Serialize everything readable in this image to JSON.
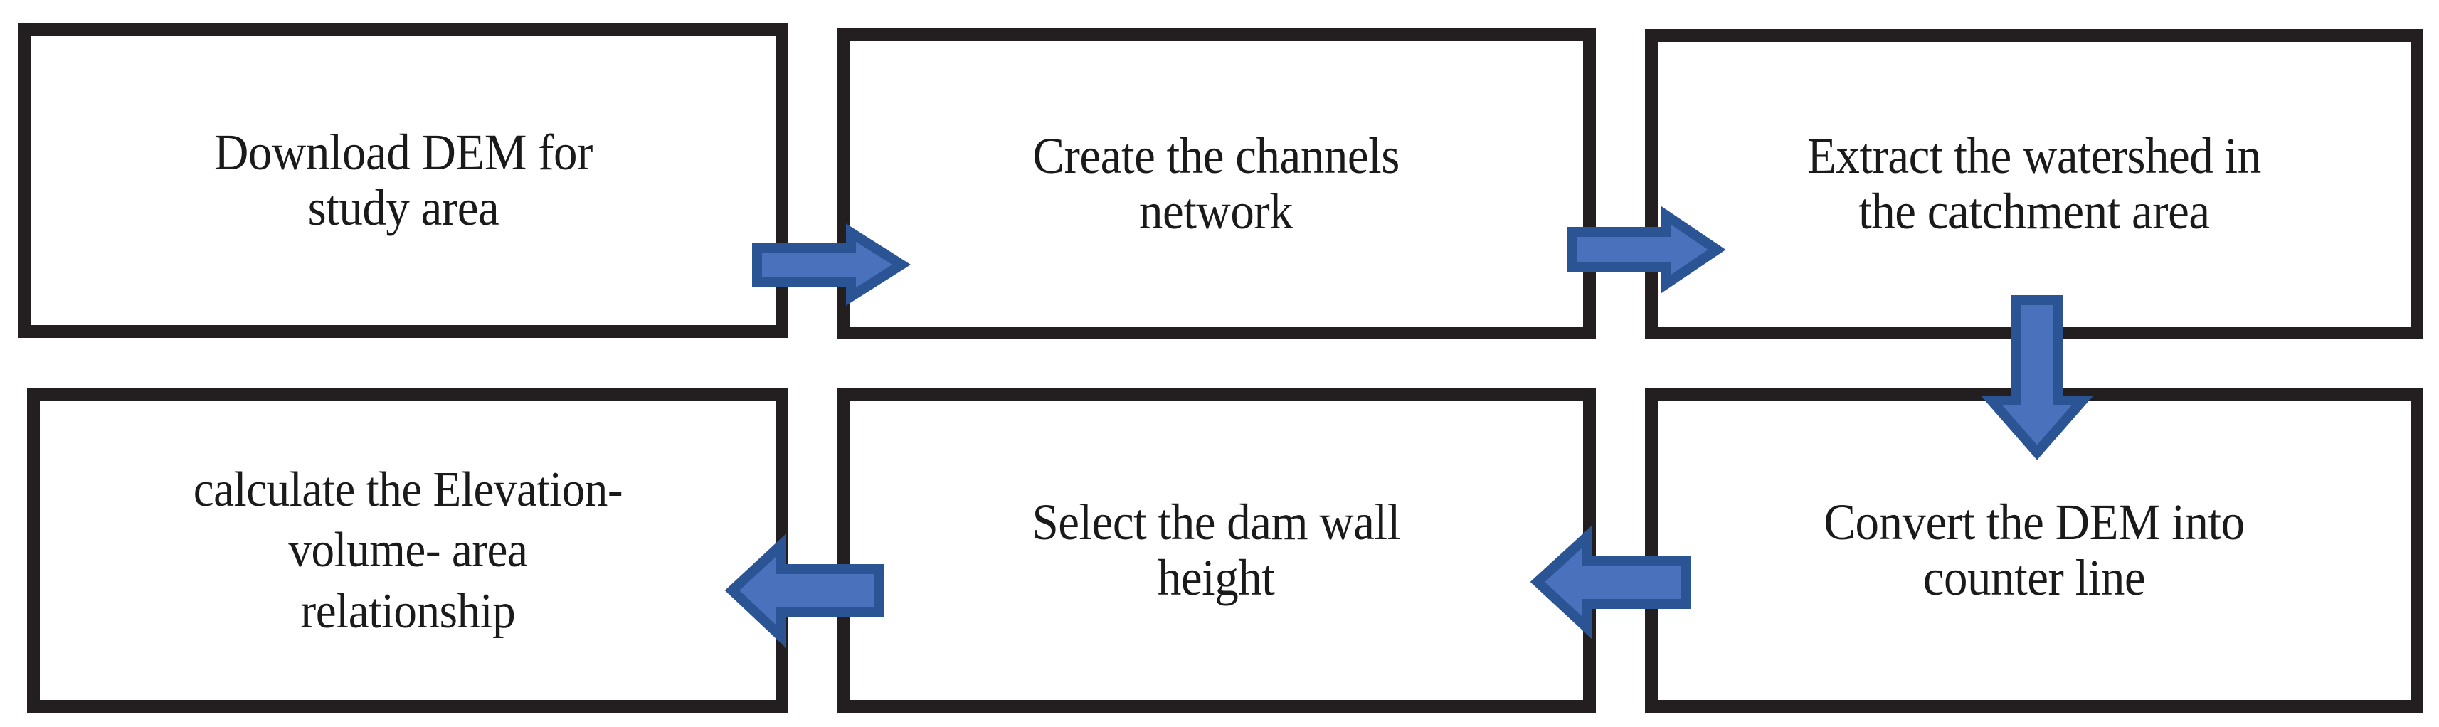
{
  "diagram": {
    "title": "DEM-based dam design workflow flowchart",
    "background_color": "#ffffff",
    "box_border_color": "#231f20",
    "arrow_fill_color": "#4a72bc",
    "arrow_stroke_color": "#2b5494",
    "text_color": "#1a1a1a",
    "nodes": [
      {
        "id": "download-dem",
        "label": "Download DEM for\nstudy area",
        "row": 1,
        "column": 1
      },
      {
        "id": "create-channels-network",
        "label": "Create the channels\nnetwork",
        "row": 1,
        "column": 2
      },
      {
        "id": "extract-watershed",
        "label": "Extract the watershed in\nthe catchment area",
        "row": 1,
        "column": 3
      },
      {
        "id": "calculate-elevation-volume-area",
        "label": "calculate the Elevation-\nvolume- area\nrelationship",
        "row": 2,
        "column": 1
      },
      {
        "id": "select-dam-wall-height",
        "label": "Select the dam wall\nheight",
        "row": 2,
        "column": 2
      },
      {
        "id": "convert-dem-counter-line",
        "label": "Convert the DEM into\ncounter line",
        "row": 2,
        "column": 3
      }
    ],
    "connectors": [
      {
        "id": "arrow-download-to-create",
        "icon": "arrow-right-icon",
        "direction": "right",
        "from": "download-dem",
        "to": "create-channels-network"
      },
      {
        "id": "arrow-create-to-extract",
        "icon": "arrow-right-icon",
        "direction": "right",
        "from": "create-channels-network",
        "to": "extract-watershed"
      },
      {
        "id": "arrow-extract-to-convert",
        "icon": "arrow-down-icon",
        "direction": "down",
        "from": "extract-watershed",
        "to": "convert-dem-counter-line"
      },
      {
        "id": "arrow-convert-to-select",
        "icon": "arrow-left-icon",
        "direction": "left",
        "from": "convert-dem-counter-line",
        "to": "select-dam-wall-height"
      },
      {
        "id": "arrow-select-to-calculate",
        "icon": "arrow-left-icon",
        "direction": "left",
        "from": "select-dam-wall-height",
        "to": "calculate-elevation-volume-area"
      }
    ]
  }
}
